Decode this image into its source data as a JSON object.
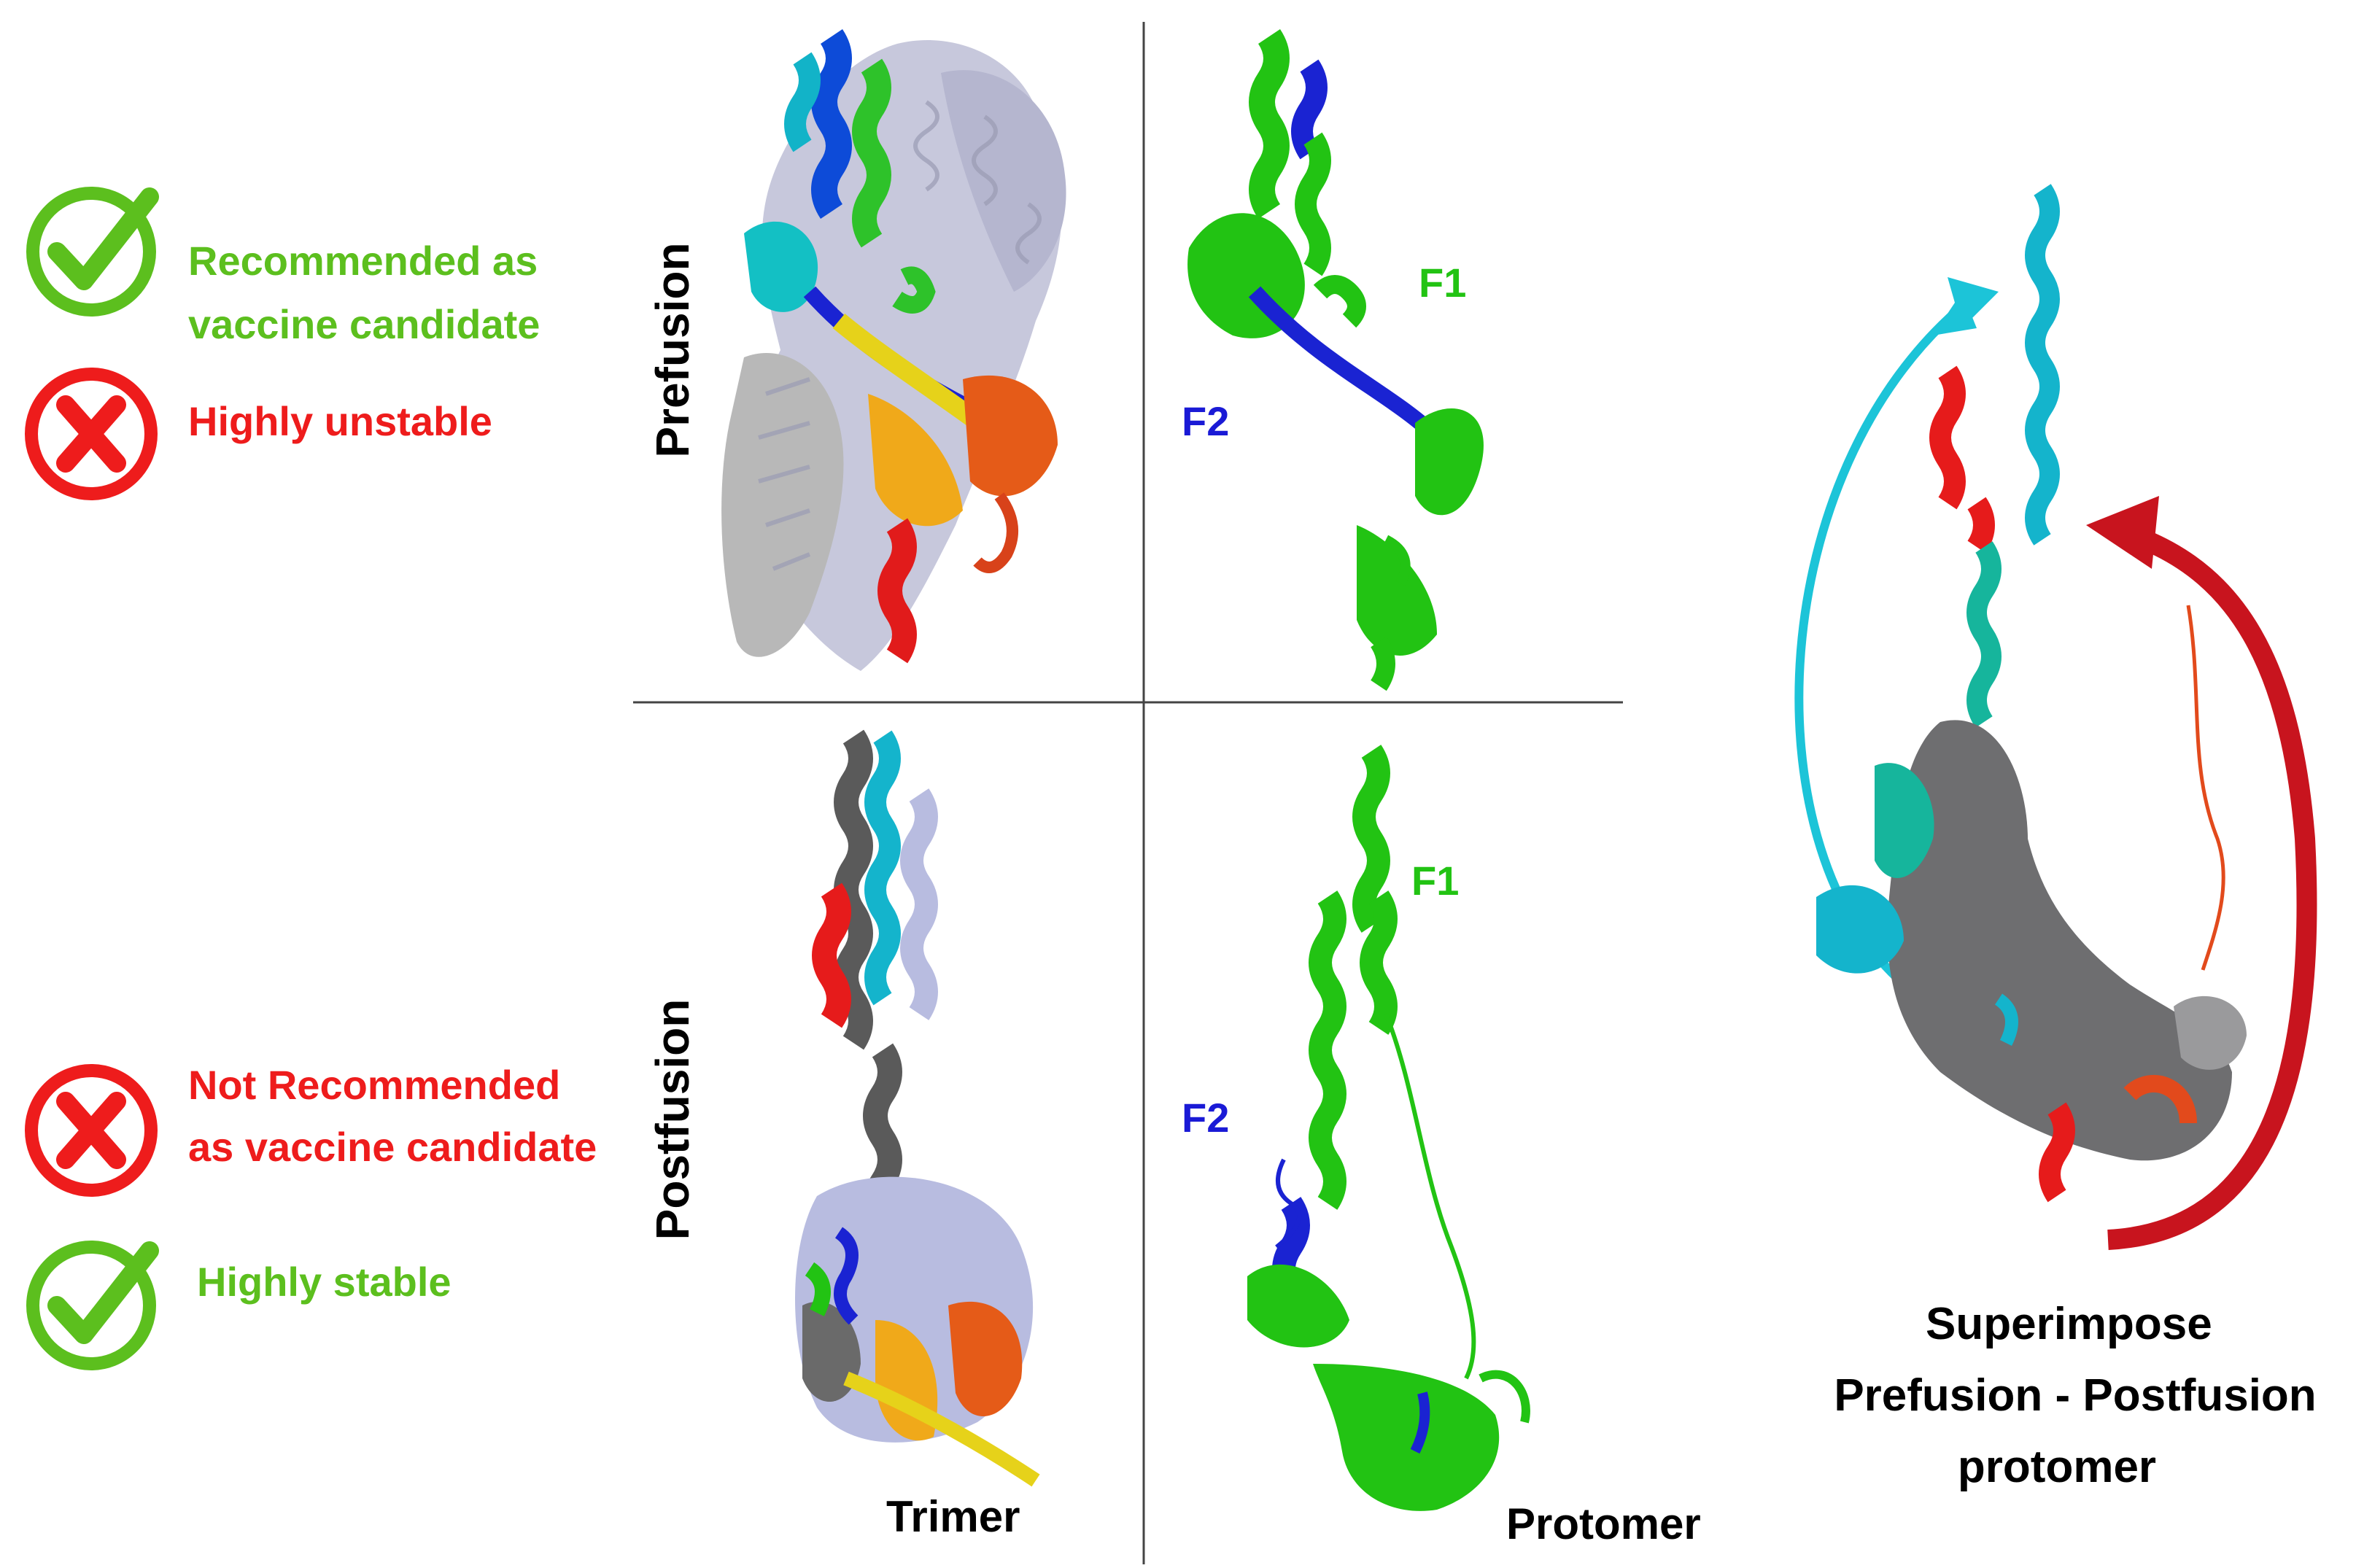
{
  "legend": {
    "top": {
      "check_label_line1": "Recommended as",
      "check_label_line2": "vaccine candidate",
      "cross_label": "Highly unstable"
    },
    "bottom": {
      "cross_label_line1": "Not Recommended",
      "cross_label_line2": "as vaccine candidate",
      "check_label": "Highly stable"
    }
  },
  "rows": {
    "prefusion": "Prefusion",
    "postfusion": "Postfusion"
  },
  "columns": {
    "trimer": "Trimer",
    "protomer": "Protomer"
  },
  "domain_labels": {
    "pre_f1": "F1",
    "pre_f2": "F2",
    "post_f1": "F1",
    "post_f2": "F2"
  },
  "superimpose": {
    "line1": "Superimpose",
    "line2": "Prefusion - Postfusion",
    "line3": "protomer"
  },
  "colors": {
    "green_text": "#5cbf1e",
    "red_text": "#ee1c1c",
    "f1_green": "#22c313",
    "f2_blue": "#1a1ad6",
    "cyan_arrow": "#1cc4d8",
    "red_arrow": "#c8141e"
  },
  "icons": [
    "check-circle-icon",
    "cross-circle-icon"
  ]
}
